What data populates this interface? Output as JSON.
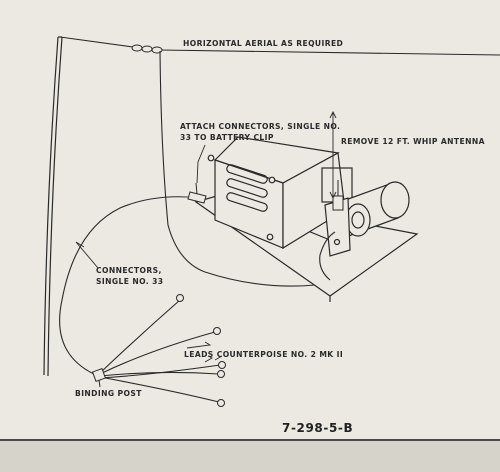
{
  "diagram": {
    "labels": {
      "horizontal_aerial": "HORIZONTAL AERIAL AS REQUIRED",
      "attach_line1": "ATTACH CONNECTORS, SINGLE NO.",
      "attach_line2": "33 TO BATTERY CLIP",
      "remove_whip": "REMOVE 12 FT. WHIP ANTENNA",
      "connectors_line1": "CONNECTORS,",
      "connectors_line2": "SINGLE NO. 33",
      "leads_counterpoise": "LEADS COUNTERPOISE NO. 2 MK II",
      "binding_post": "BINDING POST"
    },
    "figure_number": "7-298-5-B"
  },
  "colors": {
    "paper": "#ece9e2",
    "background": "#d6d3cb",
    "ink": "#2a2a2a"
  }
}
